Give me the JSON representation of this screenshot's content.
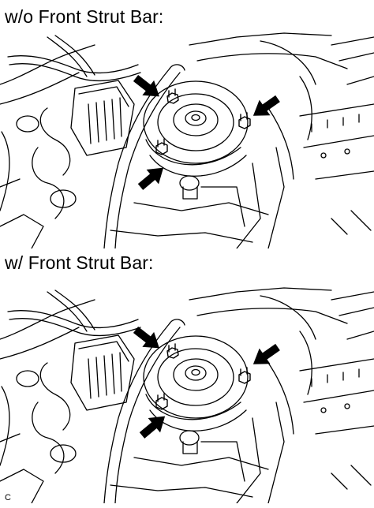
{
  "figure": {
    "heading_without": "w/o Front Strut Bar:",
    "heading_with": "w/ Front Strut Bar:",
    "corner_code": "C"
  },
  "colors": {
    "ink": "#000000",
    "paper": "#ffffff"
  },
  "icons": {
    "arrow": "arrow-icon",
    "nut": "nut-icon",
    "strut-mount": "strut-mount-icon"
  }
}
